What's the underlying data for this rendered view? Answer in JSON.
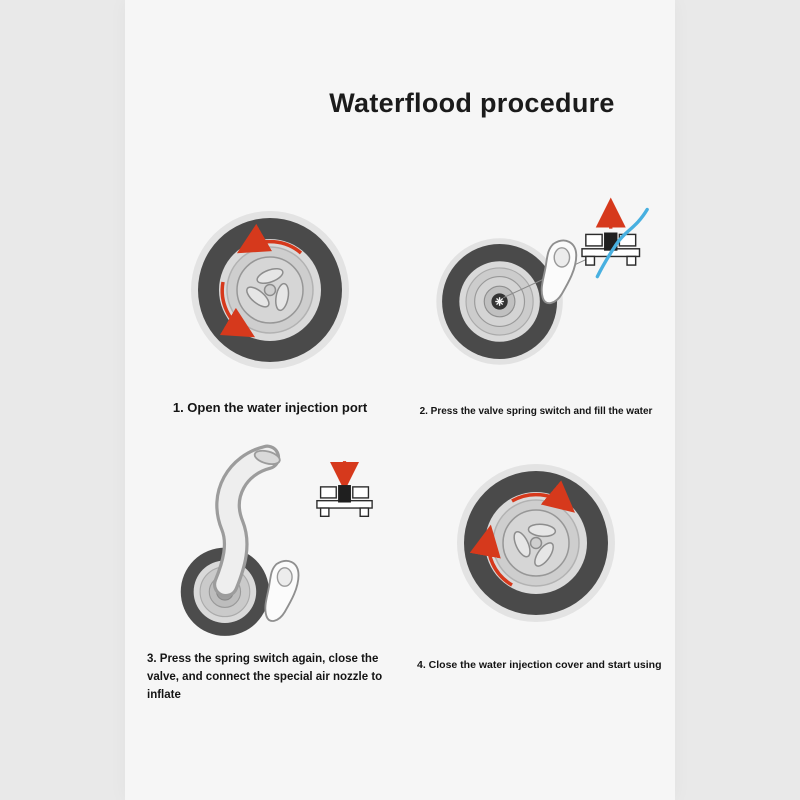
{
  "page": {
    "title": "Waterflood procedure"
  },
  "steps": [
    {
      "id": 1,
      "caption": "1. Open the water injection port",
      "illustration": "wheel-with-rotation-arrows"
    },
    {
      "id": 2,
      "caption": "2. Press the valve spring switch and fill the water",
      "illustration": "wheel-valve-with-water-flow-diagram"
    },
    {
      "id": 3,
      "caption": "3. Press the spring switch again, close the valve, and connect the special air nozzle to inflate",
      "illustration": "hose-connected-to-wheel-with-valve-diagram"
    },
    {
      "id": 4,
      "caption": "4. Close the water injection cover and start using",
      "illustration": "wheel-with-rotation-arrows-closing"
    }
  ],
  "colors": {
    "background": "#e9e9e9",
    "panel": "#f6f6f6",
    "title_text": "#1b1b1b",
    "caption_text": "#141414",
    "arrow_red": "#d6391c",
    "water_blue": "#48b0e0",
    "tire_dark": "#4a4a4a"
  }
}
